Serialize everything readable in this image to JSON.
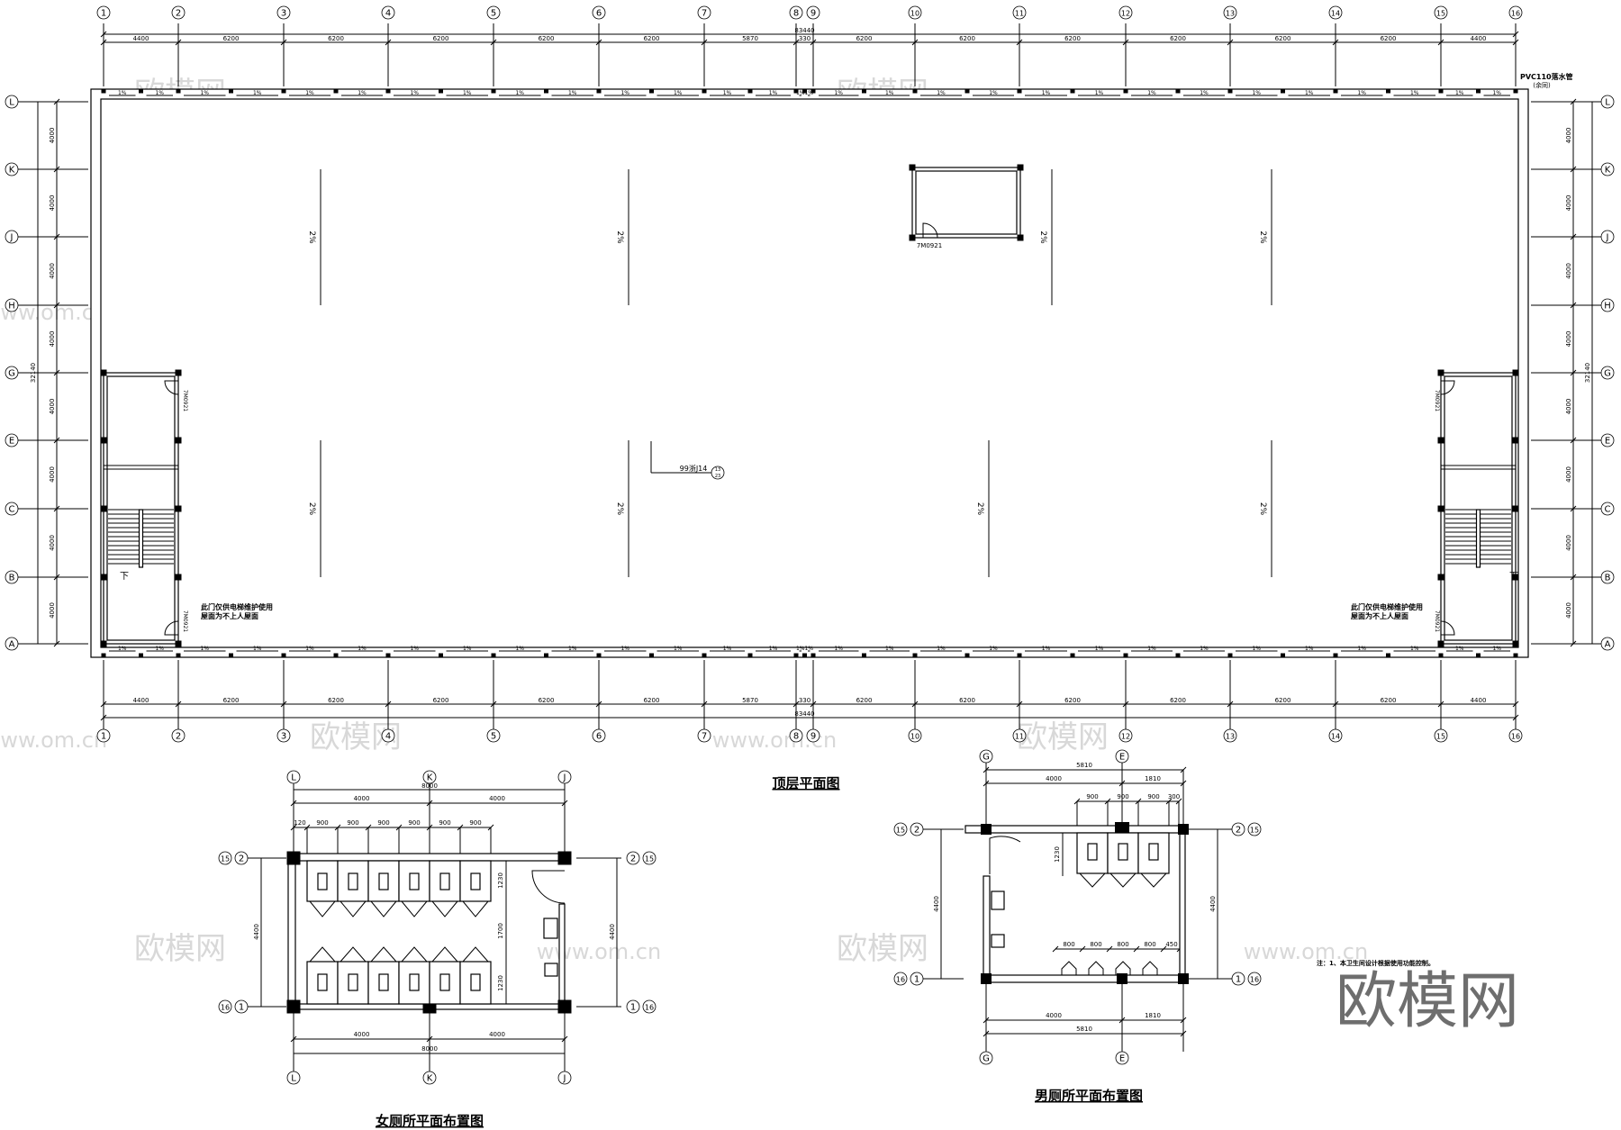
{
  "main_plan": {
    "title": "顶层平面图",
    "columns": [
      "1",
      "2",
      "3",
      "4",
      "5",
      "6",
      "7",
      "8",
      "9",
      "10",
      "11",
      "12",
      "13",
      "14",
      "15",
      "16"
    ],
    "rows": [
      "L",
      "K",
      "J",
      "H",
      "G",
      "E",
      "C",
      "B",
      "A"
    ],
    "column_spacings": [
      "4400",
      "6200",
      "6200",
      "6200",
      "6200",
      "6200",
      "5870",
      "330",
      "6200",
      "6200",
      "6200",
      "6200",
      "6200",
      "6200",
      "4400"
    ],
    "total_width": "83440",
    "row_spacings": [
      "4000",
      "4000",
      "4000",
      "4000",
      "4000",
      "4000",
      "4000",
      "4000"
    ],
    "total_height": "32140",
    "roof_slope": "2%",
    "gutter_slope": "1%",
    "drain_note": "PVC110落水管",
    "drain_note_sub": "(余同)",
    "door_tag": "7M0921",
    "detail_ref": "99浙J14",
    "detail_ref_num": "13",
    "detail_ref_page": "23",
    "stair_down": "下",
    "door_note_line1": "此门仅供电梯维护使用",
    "door_note_line2": "屋面为不上人屋面"
  },
  "women_toilet": {
    "title": "女厕所平面布置图",
    "columns": [
      "L",
      "K",
      "J"
    ],
    "rows_top": [
      "15",
      "2"
    ],
    "rows_bottom": [
      "16",
      "1"
    ],
    "total": "8000",
    "halves": [
      "4000",
      "4000"
    ],
    "stall_dims": [
      "120",
      "900",
      "900",
      "900",
      "900",
      "900",
      "900"
    ],
    "vertical_dims": [
      "1230",
      "1700",
      "1230"
    ],
    "depth": "4400"
  },
  "men_toilet": {
    "title": "男厕所平面布置图",
    "columns": [
      "G",
      "E"
    ],
    "rows_top": [
      "15",
      "2"
    ],
    "rows_bottom": [
      "16",
      "1"
    ],
    "total": "5810",
    "parts": [
      "4000",
      "1810"
    ],
    "stall_dims": [
      "900",
      "900",
      "900",
      "300"
    ],
    "urinal_dims": [
      "800",
      "800",
      "800",
      "800",
      "450"
    ],
    "stall_depth": "1230",
    "depth": "4400"
  },
  "notes": {
    "line1": "注：1、本卫生间设计根据使用功能控制。"
  },
  "watermark": {
    "logo": "欧模网",
    "url": "www.om.cn"
  }
}
